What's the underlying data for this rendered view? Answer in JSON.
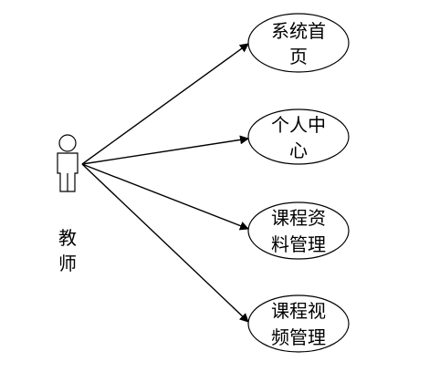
{
  "actor": {
    "label_line1": "教",
    "label_line2": "师"
  },
  "use_cases": [
    {
      "line1": "系统首",
      "line2": "页"
    },
    {
      "line1": "个人中",
      "line2": "心"
    },
    {
      "line1": "课程资",
      "line2": "料管理"
    },
    {
      "line1": "课程视",
      "line2": "频管理"
    }
  ],
  "colors": {
    "stroke": "#000000",
    "fill": "#ffffff"
  }
}
